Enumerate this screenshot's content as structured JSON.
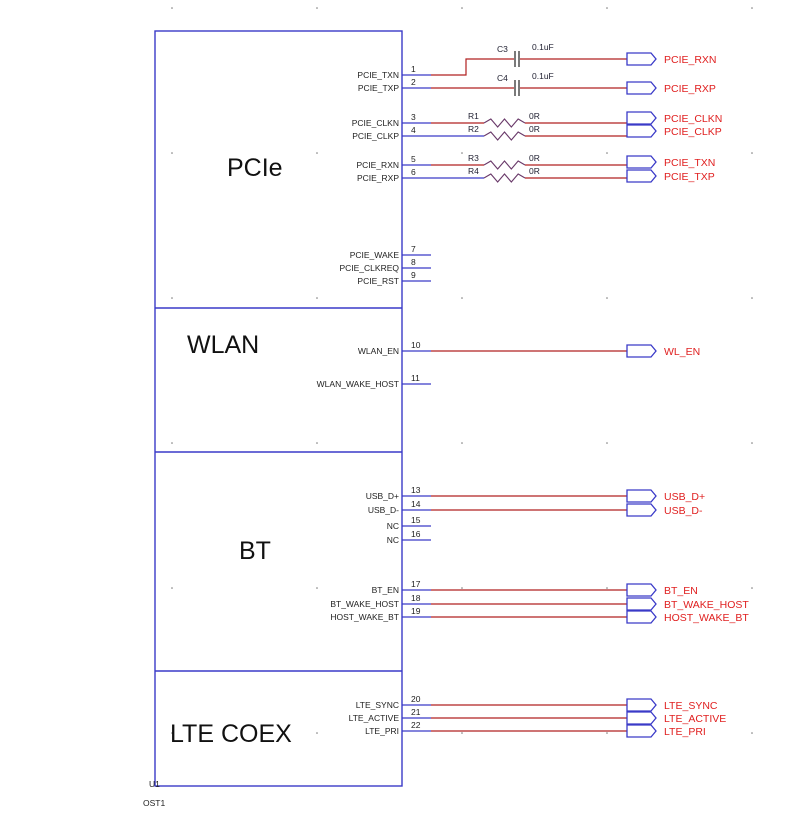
{
  "component": {
    "reference": "U1",
    "value_partial": "OST1",
    "sections": [
      {
        "title": "PCIe"
      },
      {
        "title": "WLAN"
      },
      {
        "title": "BT"
      },
      {
        "title": "LTE COEX"
      }
    ]
  },
  "pins": [
    {
      "num": "1",
      "name": "PCIE_TXN",
      "net": "PCIE_RXN",
      "via": "C3"
    },
    {
      "num": "2",
      "name": "PCIE_TXP",
      "net": "PCIE_RXP",
      "via": "C4"
    },
    {
      "num": "3",
      "name": "PCIE_CLKN",
      "net": "PCIE_CLKN",
      "via": "R1"
    },
    {
      "num": "4",
      "name": "PCIE_CLKP",
      "net": "PCIE_CLKP",
      "via": "R2"
    },
    {
      "num": "5",
      "name": "PCIE_RXN",
      "net": "PCIE_TXN",
      "via": "R3"
    },
    {
      "num": "6",
      "name": "PCIE_RXP",
      "net": "PCIE_TXP",
      "via": "R4"
    },
    {
      "num": "7",
      "name": "PCIE_WAKE",
      "net": null,
      "via": null
    },
    {
      "num": "8",
      "name": "PCIE_CLKREQ",
      "net": null,
      "via": null
    },
    {
      "num": "9",
      "name": "PCIE_RST",
      "net": null,
      "via": null
    },
    {
      "num": "10",
      "name": "WLAN_EN",
      "net": "WL_EN",
      "via": null
    },
    {
      "num": "11",
      "name": "WLAN_WAKE_HOST",
      "net": null,
      "via": null
    },
    {
      "num": "13",
      "name": "USB_D+",
      "net": "USB_D+",
      "via": null
    },
    {
      "num": "14",
      "name": "USB_D-",
      "net": "USB_D-",
      "via": null
    },
    {
      "num": "15",
      "name": "NC",
      "net": null,
      "via": null
    },
    {
      "num": "16",
      "name": "NC",
      "net": null,
      "via": null
    },
    {
      "num": "17",
      "name": "BT_EN",
      "net": "BT_EN",
      "via": null
    },
    {
      "num": "18",
      "name": "BT_WAKE_HOST",
      "net": "BT_WAKE_HOST",
      "via": null
    },
    {
      "num": "19",
      "name": "HOST_WAKE_BT",
      "net": "HOST_WAKE_BT",
      "via": null
    },
    {
      "num": "20",
      "name": "LTE_SYNC",
      "net": "LTE_SYNC",
      "via": null
    },
    {
      "num": "21",
      "name": "LTE_ACTIVE",
      "net": "LTE_ACTIVE",
      "via": null
    },
    {
      "num": "22",
      "name": "LTE_PRI",
      "net": "LTE_PRI",
      "via": null
    }
  ],
  "passives": [
    {
      "ref": "C3",
      "value": "0.1uF",
      "type": "capacitor"
    },
    {
      "ref": "C4",
      "value": "0.1uF",
      "type": "capacitor"
    },
    {
      "ref": "R1",
      "value": "0R",
      "type": "resistor"
    },
    {
      "ref": "R2",
      "value": "0R",
      "type": "resistor"
    },
    {
      "ref": "R3",
      "value": "0R",
      "type": "resistor"
    },
    {
      "ref": "R4",
      "value": "0R",
      "type": "resistor"
    }
  ],
  "colors": {
    "component_outline": "#3a3ac8",
    "wire": "#b02020",
    "net_label": "#e02020",
    "port_outline": "#3a3ac8"
  }
}
